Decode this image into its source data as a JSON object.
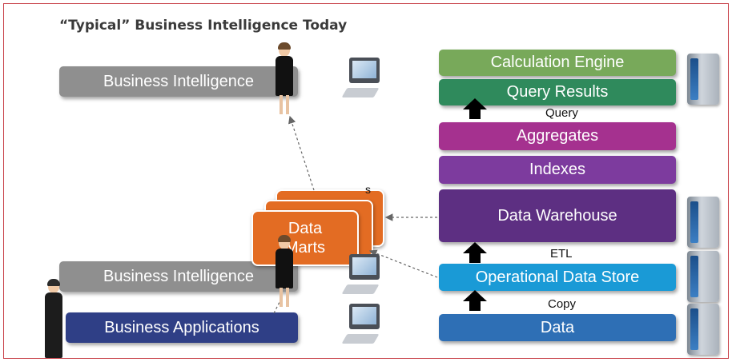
{
  "title": "“Typical” Business Intelligence Today",
  "left": {
    "bi_top": "Business Intelligence",
    "bi_bottom": "Business Intelligence",
    "business_apps": "Business Applications",
    "data_marts_line1": "Data",
    "data_marts_line2": "Marts",
    "data_marts_back_fragment": "s"
  },
  "stack": {
    "calculation_engine": "Calculation Engine",
    "query_results": "Query Results",
    "query_label": "Query",
    "aggregates": "Aggregates",
    "indexes": "Indexes",
    "data_warehouse": "Data Warehouse",
    "etl_label": "ETL",
    "ods": "Operational Data Store",
    "copy_label": "Copy",
    "data": "Data"
  },
  "colors": {
    "gray_box": "#8f8f8f",
    "business_apps": "#2f3f86",
    "calculation_engine": "#78a95a",
    "query_results": "#2f8a5c",
    "aggregates": "#a5318f",
    "indexes": "#7d3b9e",
    "data_warehouse": "#5d2f82",
    "ods": "#1a9ad6",
    "data": "#2e6fb5",
    "data_marts": "#e36c23"
  },
  "icons": [
    "server-icon",
    "computer-icon",
    "businesswoman-icon",
    "businessman-icon",
    "arrow-up-icon"
  ]
}
